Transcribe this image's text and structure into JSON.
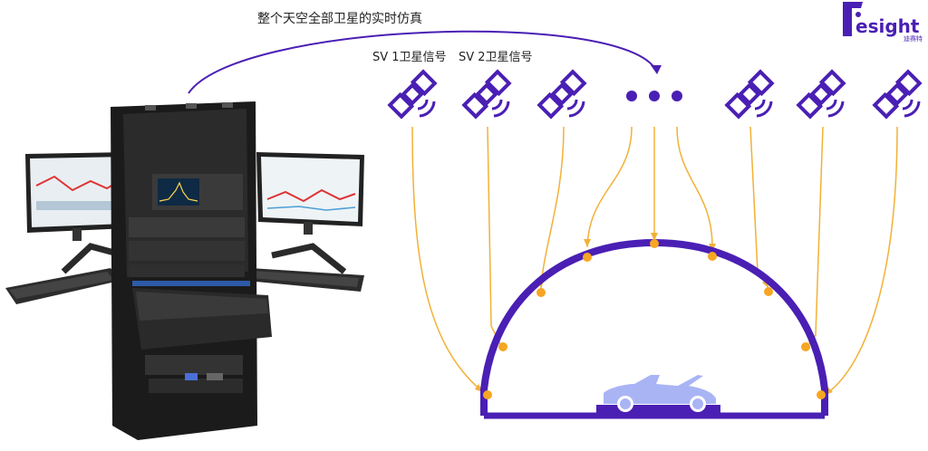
{
  "caption": "整个天空全部卫星的实时仿真",
  "satellite_labels": [
    "SV 1卫星信号",
    "SV 2卫星信号"
  ],
  "logo": {
    "text": "esight",
    "subtext": "迪赛特"
  },
  "colors": {
    "purple": "#4a1fb4",
    "signal": "#f2b136",
    "dot": "#f6a623",
    "car": "#a9b4f5",
    "rack": "#1b1b1b",
    "screen": "#dde6ee"
  },
  "icons": [
    "satellite-icon",
    "ellipsis-dots",
    "car-icon",
    "equipment-rack"
  ]
}
